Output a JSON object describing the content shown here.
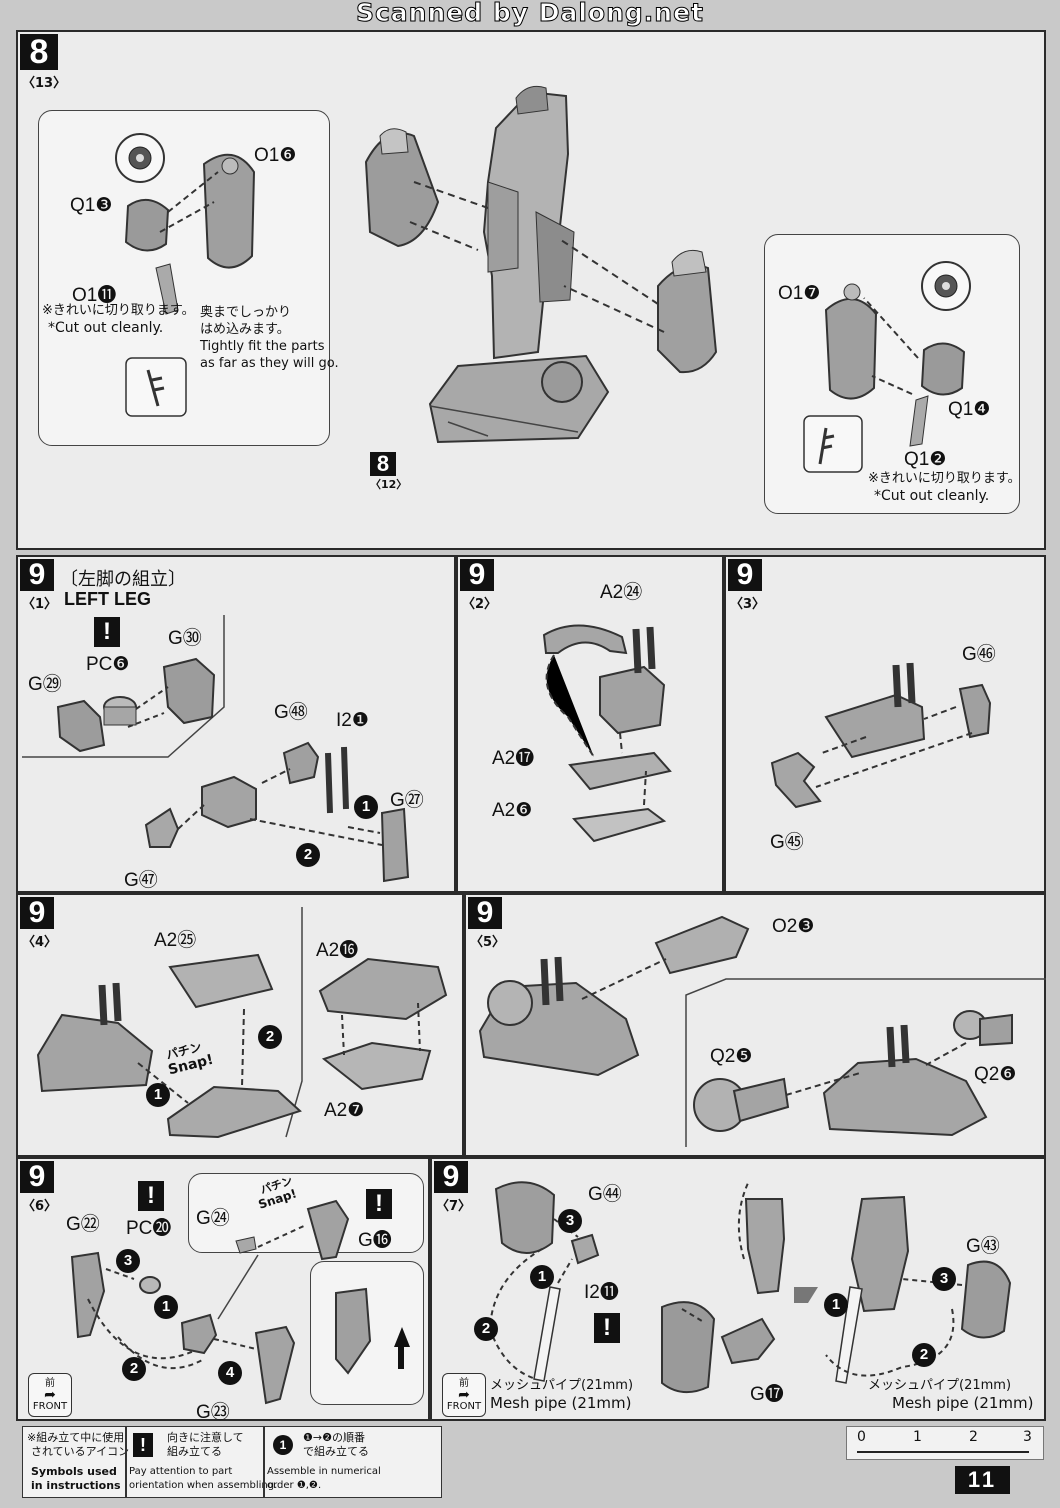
{
  "banner": "Scanned by Dalong.net",
  "steps": {
    "s8": {
      "num": "8",
      "sub": "〈13〉",
      "ref_num": "8",
      "ref_sub": "〈12〉",
      "labels": {
        "o1_6": "O1❻",
        "q1_3": "Q1❸",
        "o1_11": "O1⓫",
        "o1_7": "O1❼",
        "q1_4": "Q1❹",
        "q1_2": "Q1❷"
      },
      "cut_jp_left": "※きれいに切り取ります。",
      "cut_en_left": "*Cut out cleanly.",
      "fit_jp_1": "奥までしっかり",
      "fit_jp_2": "はめ込みます。",
      "fit_en_1": "Tightly fit the parts",
      "fit_en_2": "as far as they will go.",
      "cut_jp_right": "※きれいに切り取ります。",
      "cut_en_right": "*Cut out cleanly."
    },
    "s9_1": {
      "num": "9",
      "sub": "〈1〉",
      "title_jp": "〔左脚の組立〕",
      "title_en": "LEFT LEG",
      "labels": {
        "g30": "G㉚",
        "pc6": "PC❻",
        "g29": "G㉙",
        "g48": "G㊽",
        "i2_1": "I2❶",
        "g27": "G㉗",
        "g47": "G㊼"
      },
      "step_a": "1",
      "step_b": "2"
    },
    "s9_2": {
      "num": "9",
      "sub": "〈2〉",
      "labels": {
        "a2_24": "A2㉔",
        "a2_17": "A2⓱",
        "a2_6": "A2❻"
      }
    },
    "s9_3": {
      "num": "9",
      "sub": "〈3〉",
      "labels": {
        "g46": "G㊻",
        "g45": "G㊺"
      }
    },
    "s9_4": {
      "num": "9",
      "sub": "〈4〉",
      "labels": {
        "a2_25": "A2㉕",
        "a2_16": "A2⓰",
        "a2_7": "A2❼"
      },
      "snap_jp": "パチン",
      "snap_en": "Snap!",
      "step_a": "1",
      "step_b": "2"
    },
    "s9_5": {
      "num": "9",
      "sub": "〈5〉",
      "labels": {
        "o2_3": "O2❸",
        "q2_5": "Q2❺",
        "q2_6": "Q2❻"
      }
    },
    "s9_6": {
      "num": "9",
      "sub": "〈6〉",
      "labels": {
        "g22": "G㉒",
        "pc20": "PC⓴",
        "g24": "G㉔",
        "g16": "G⓰",
        "g23": "G㉓"
      },
      "snap_jp": "パチン",
      "snap_en": "Snap!",
      "step_1": "1",
      "step_2": "2",
      "step_3": "3",
      "step_4": "4",
      "front_jp": "前",
      "front_en": "FRONT"
    },
    "s9_7": {
      "num": "9",
      "sub": "〈7〉",
      "labels": {
        "g44": "G㊹",
        "i2_11": "I2⓫",
        "g17": "G⓱",
        "g43": "G㊸"
      },
      "mesh_jp": "メッシュパイプ(21mm)",
      "mesh_en": "Mesh pipe (21mm)",
      "mesh_jp_2": "メッシュパイプ(21mm)",
      "mesh_en_2": "Mesh pipe (21mm)",
      "step_1": "1",
      "step_2": "2",
      "step_3": "3",
      "front_jp": "前",
      "front_en": "FRONT"
    }
  },
  "legend": {
    "symbols_jp_1": "※組み立て中に使用",
    "symbols_jp_2": "されているアイコン",
    "symbols_en_1": "Symbols used",
    "symbols_en_2": "in instructions",
    "att_jp_1": "向きに注意して",
    "att_jp_2": "組み立てる",
    "att_en_1": "Pay attention to part",
    "att_en_2": "orientation when assembling.",
    "num_jp_1": "❶→❷の順番",
    "num_jp_2": "で組み立てる",
    "num_en_1": "Assemble in numerical",
    "num_en_2": "order ❶,❷.",
    "warn_glyph": "!",
    "num_glyph": "1"
  },
  "ruler": {
    "ticks": [
      "0",
      "1",
      "2",
      "3"
    ]
  },
  "page_number": "11",
  "warn_glyph": "!"
}
